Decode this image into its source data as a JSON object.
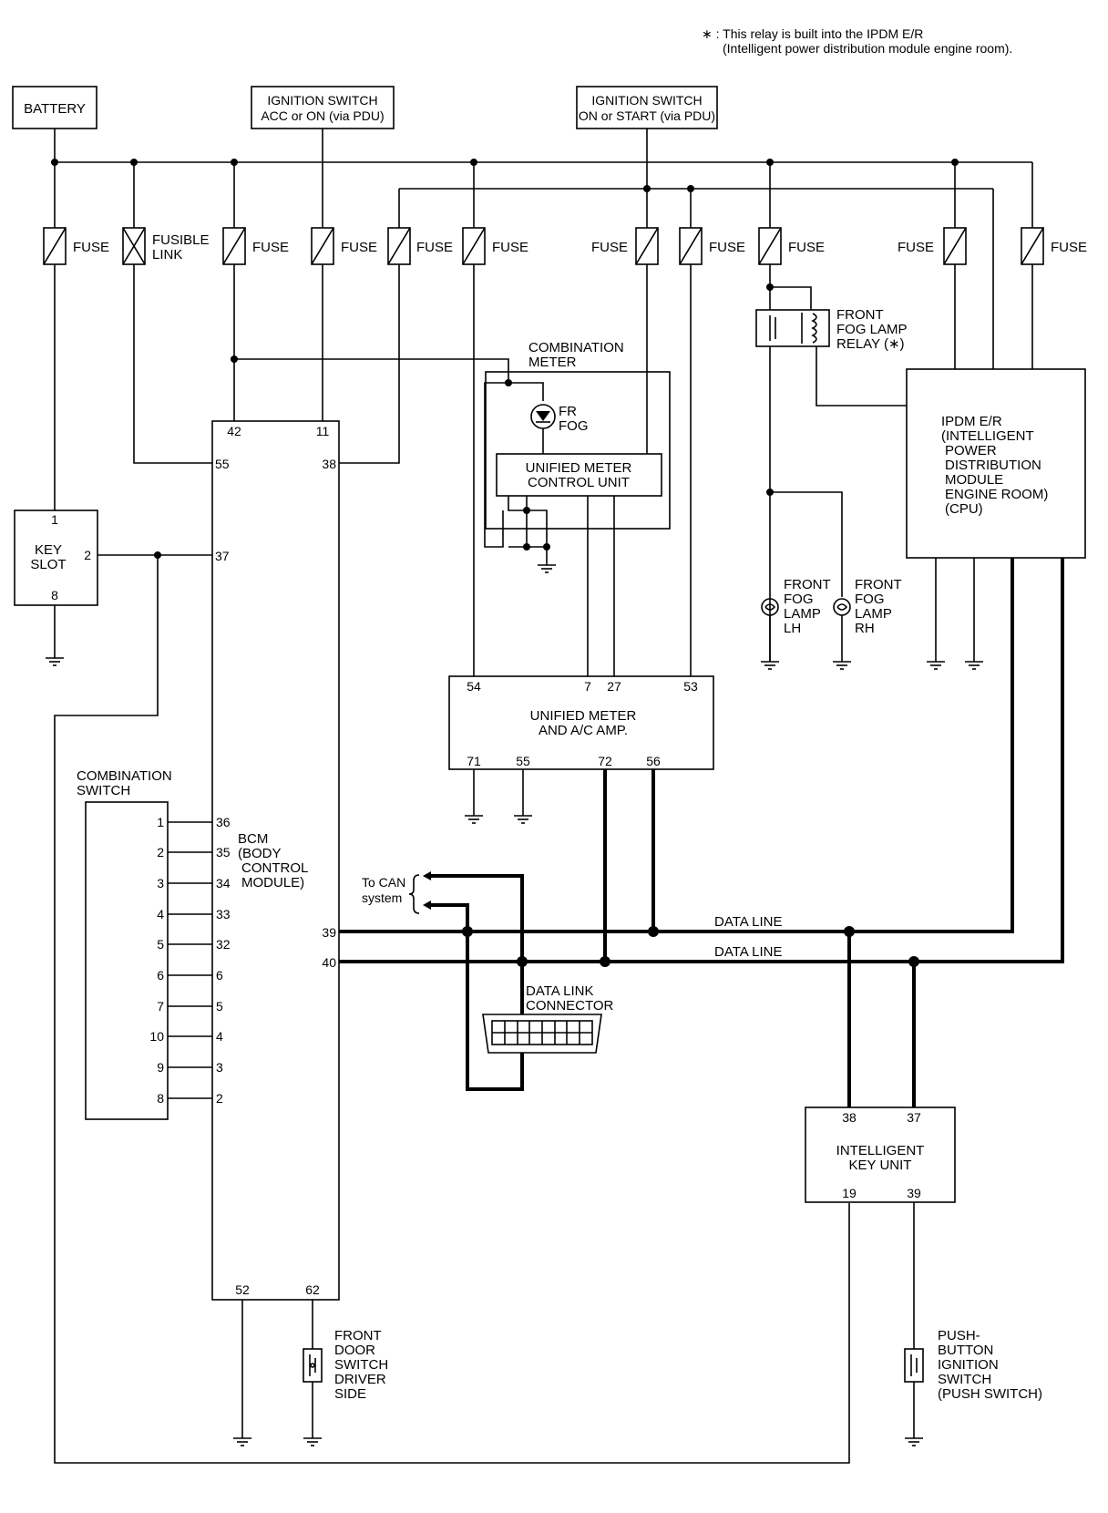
{
  "note": {
    "line1": "∗ : This relay is built into the IPDM E/R",
    "line2": "(Intelligent power distribution module engine room)."
  },
  "sources": {
    "battery": "BATTERY",
    "ign_acc": [
      "IGNITION SWITCH",
      "ACC or ON (via PDU)"
    ],
    "ign_on": [
      "IGNITION SWITCH",
      "ON or START (via PDU)"
    ]
  },
  "fuse_label": "FUSE",
  "fusible_link": [
    "FUSIBLE",
    "LINK"
  ],
  "relay": [
    "FRONT",
    "FOG LAMP",
    "RELAY (∗)"
  ],
  "combination_meter": {
    "title": [
      "COMBINATION",
      "METER"
    ],
    "indicator": [
      "FR",
      "FOG"
    ],
    "control_unit": [
      "UNIFIED METER",
      "CONTROL UNIT"
    ]
  },
  "ipdm": [
    "IPDM E/R",
    "(INTELLIGENT",
    "POWER",
    "DISTRIBUTION",
    "MODULE",
    "ENGINE ROOM)",
    "(CPU)"
  ],
  "fog_lh": [
    "FRONT",
    "FOG",
    "LAMP",
    "LH"
  ],
  "fog_rh": [
    "FRONT",
    "FOG",
    "LAMP",
    "RH"
  ],
  "key_slot": {
    "label": [
      "KEY",
      "SLOT"
    ],
    "pins": {
      "top": "1",
      "side": "2",
      "bottom": "8"
    }
  },
  "bcm": {
    "label": [
      "BCM",
      "(BODY",
      "CONTROL",
      "MODULE)"
    ],
    "top_pins": [
      "42",
      "11"
    ],
    "left_pins": [
      "55",
      "37"
    ],
    "right_pins": [
      "38",
      "39",
      "40"
    ],
    "bottom_pins": [
      "52",
      "62"
    ]
  },
  "unified_amp": {
    "label": [
      "UNIFIED METER",
      "AND A/C AMP."
    ],
    "top_pins": [
      "54",
      "7",
      "27",
      "53"
    ],
    "bottom_pins": [
      "71",
      "55",
      "72",
      "56"
    ]
  },
  "combination_switch": {
    "label": [
      "COMBINATION",
      "SWITCH"
    ],
    "rows": [
      {
        "sw": "1",
        "bcm": "36"
      },
      {
        "sw": "2",
        "bcm": "35"
      },
      {
        "sw": "3",
        "bcm": "34"
      },
      {
        "sw": "4",
        "bcm": "33"
      },
      {
        "sw": "5",
        "bcm": "32"
      },
      {
        "sw": "6",
        "bcm": "6"
      },
      {
        "sw": "7",
        "bcm": "5"
      },
      {
        "sw": "10",
        "bcm": "4"
      },
      {
        "sw": "9",
        "bcm": "3"
      },
      {
        "sw": "8",
        "bcm": "2"
      }
    ]
  },
  "can": {
    "to_can": [
      "To CAN",
      "system"
    ],
    "data_line": "DATA LINE",
    "dlc": [
      "DATA LINK",
      "CONNECTOR"
    ]
  },
  "intelligent_key": {
    "label": [
      "INTELLIGENT",
      "KEY UNIT"
    ],
    "top_pins": [
      "38",
      "37"
    ],
    "bottom_pins": [
      "19",
      "39"
    ]
  },
  "door_switch": [
    "FRONT",
    "DOOR",
    "SWITCH",
    "DRIVER",
    "SIDE"
  ],
  "push_switch": [
    "PUSH-",
    "BUTTON",
    "IGNITION",
    "SWITCH",
    "(PUSH SWITCH)"
  ]
}
